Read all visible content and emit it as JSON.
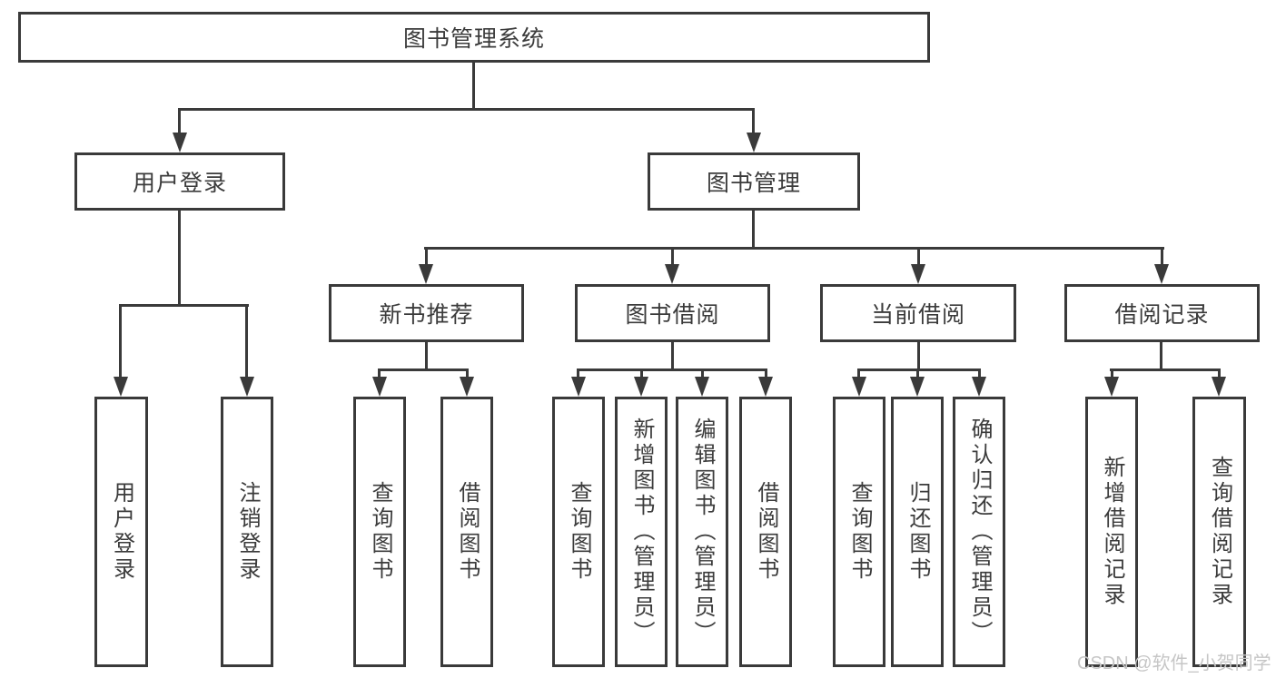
{
  "colors": {
    "line": "#3a3a3a",
    "text": "#3b3b3b",
    "watermark": "#c6c6c6",
    "background": "#ffffff"
  },
  "tree": {
    "root": "图书管理系统",
    "branches": [
      {
        "label": "用户登录",
        "children": [
          "用户登录",
          "注销登录"
        ]
      },
      {
        "label": "图书管理",
        "groups": [
          {
            "label": "新书推荐",
            "children": [
              "查询图书",
              "借阅图书"
            ]
          },
          {
            "label": "图书借阅",
            "children": [
              "查询图书",
              "新增图书（管理员）",
              "编辑图书（管理员）",
              "借阅图书"
            ]
          },
          {
            "label": "当前借阅",
            "children": [
              "查询图书",
              "归还图书",
              "确认归还（管理员）"
            ]
          },
          {
            "label": "借阅记录",
            "children": [
              "新增借阅记录",
              "查询借阅记录"
            ]
          }
        ]
      }
    ]
  },
  "watermark": "CSDN @软件_小贺同学"
}
